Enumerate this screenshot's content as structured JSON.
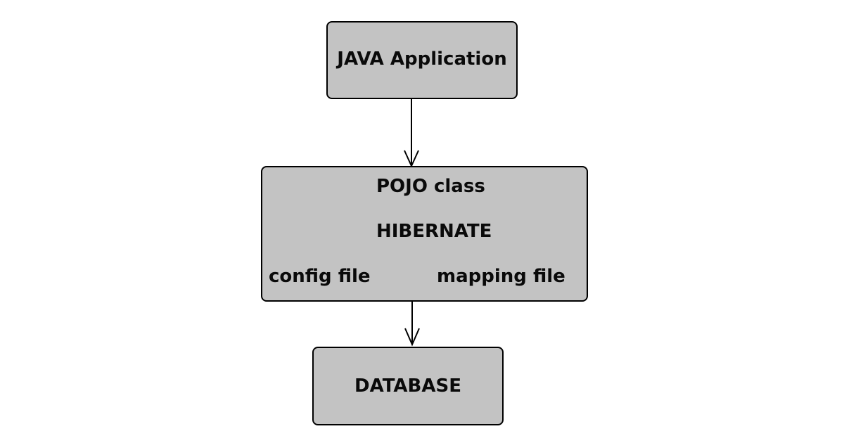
{
  "diagram": {
    "nodes": {
      "java_app": {
        "label": "JAVA Application"
      },
      "hibernate": {
        "pojo_label": "POJO class",
        "title": "HIBERNATE",
        "config_label": "config file",
        "mapping_label": "mapping file"
      },
      "database": {
        "label": "DATABASE"
      }
    },
    "edges": [
      {
        "from": "java_app",
        "to": "hibernate"
      },
      {
        "from": "hibernate",
        "to": "database"
      }
    ],
    "colors": {
      "box_fill": "#c3c3c3",
      "box_border": "#000000",
      "text": "#0a0a0a",
      "background": "#ffffff"
    }
  }
}
